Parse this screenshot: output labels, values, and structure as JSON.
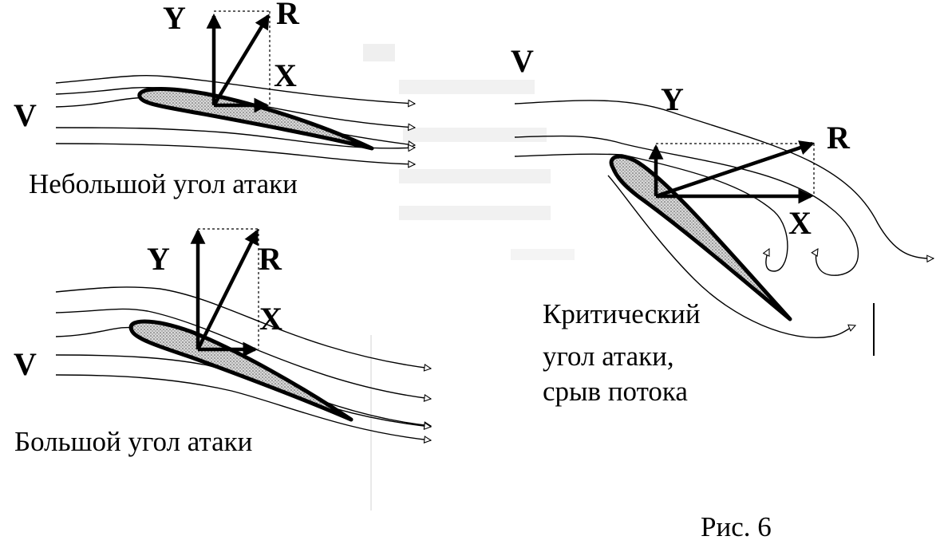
{
  "panels": {
    "small": {
      "caption": "Небольшой угол атаки",
      "labels": {
        "lift": "Y",
        "resultant": "R",
        "drag": "X",
        "velocity": "V"
      }
    },
    "large": {
      "caption": "Большой угол атаки",
      "labels": {
        "lift": "Y",
        "resultant": "R",
        "drag": "X",
        "velocity": "V"
      }
    },
    "critical": {
      "caption_lines": [
        "Критический",
        "угол атаки,",
        "срыв потока"
      ],
      "labels": {
        "lift": "Y",
        "resultant": "R",
        "drag": "X",
        "velocity": "V"
      }
    }
  },
  "figure_label": "Рис. 6",
  "colors": {
    "ink": "#000000",
    "paper": "#ffffff",
    "hatch": "#7a7a7a"
  }
}
